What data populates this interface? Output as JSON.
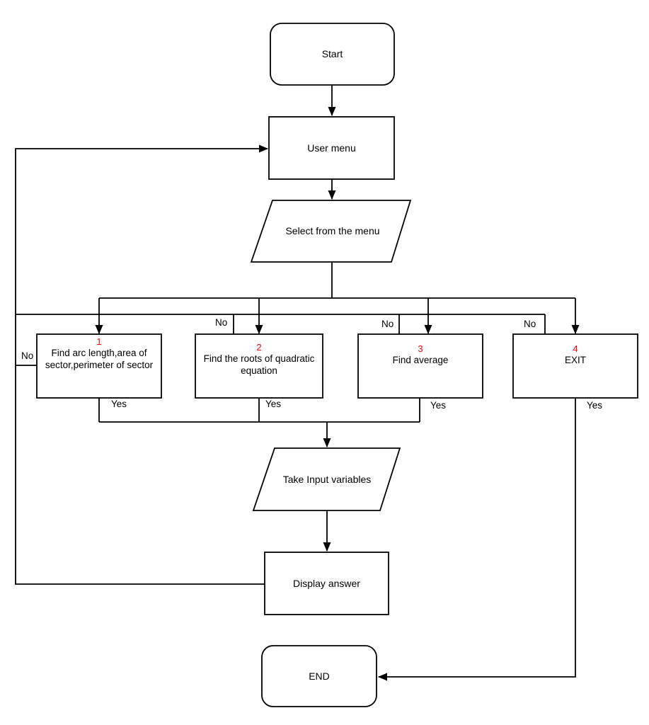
{
  "colors": {
    "background": "#ffffff",
    "line": "#000000",
    "option_number": "#ff0000"
  },
  "nodes": {
    "start": {
      "label": "Start"
    },
    "user_menu": {
      "label": "User menu"
    },
    "select_menu": {
      "label": "Select from the menu"
    },
    "option1": {
      "number": "1",
      "label": "Find arc length,area of sector,perimeter of sector"
    },
    "option2": {
      "number": "2",
      "label": "Find the roots of quadratic equation"
    },
    "option3": {
      "number": "3",
      "label": "Find average"
    },
    "option4": {
      "number": "4",
      "label": "EXIT"
    },
    "take_input": {
      "label": "Take Input variables"
    },
    "display_answer": {
      "label": "Display answer"
    },
    "end": {
      "label": "END"
    }
  },
  "edge_labels": {
    "option1_no": "No",
    "option2_no": "No",
    "option3_no": "No",
    "option4_no": "No",
    "option1_yes": "Yes",
    "option2_yes": "Yes",
    "option3_yes": "Yes",
    "option4_yes": "Yes"
  }
}
